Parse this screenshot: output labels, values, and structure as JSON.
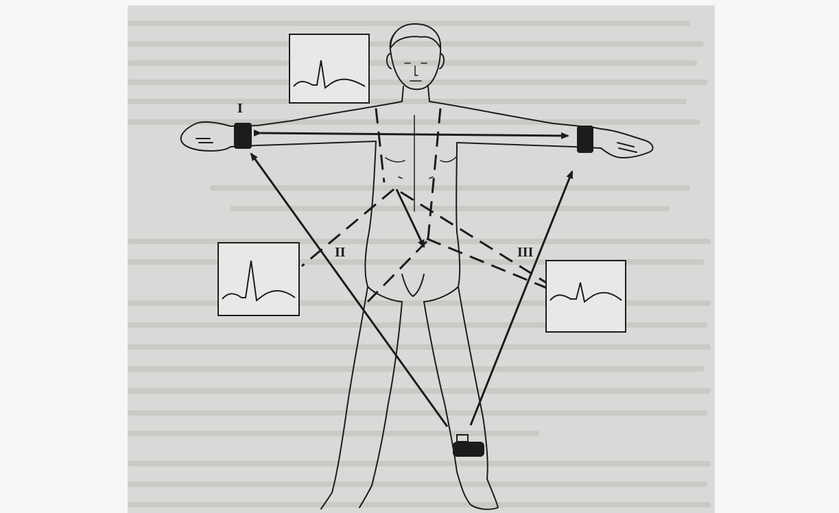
{
  "figure": {
    "lead_labels": {
      "lead_1": "I",
      "lead_2": "II",
      "lead_3": "III"
    },
    "colors": {
      "page": "#f7f7f7",
      "paper": "#d9d9d7",
      "ink": "#1c1c1c",
      "ecg_panel": "#e8e8e6"
    },
    "ecg_panels": [
      {
        "lead": "I",
        "r_peak_relative": "tall"
      },
      {
        "lead": "II",
        "r_peak_relative": "tallest"
      },
      {
        "lead": "III",
        "r_peak_relative": "small"
      }
    ]
  }
}
